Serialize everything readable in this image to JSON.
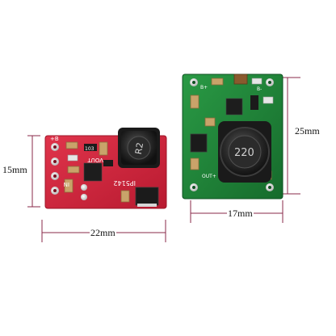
{
  "photo": {
    "dimensions": {
      "red_height": "15mm",
      "red_width": "22mm",
      "green_height": "25mm",
      "green_width": "17mm"
    },
    "red_board": {
      "inductor_text": "R2",
      "silk_b_plus": "+B",
      "silk_vout": "VOUT",
      "silk_ic": "IP5142",
      "silk_in": "IN",
      "chip_text": "103"
    },
    "green_board": {
      "inductor_text": "220",
      "silk_b_plus": "B+",
      "silk_b_minus": "B-",
      "silk_out_plus": "OUT+"
    },
    "colors": {
      "red_pcb": "#d4213c",
      "green_pcb": "#1f8a3a",
      "dimension_line": "#8a2a4a"
    }
  }
}
